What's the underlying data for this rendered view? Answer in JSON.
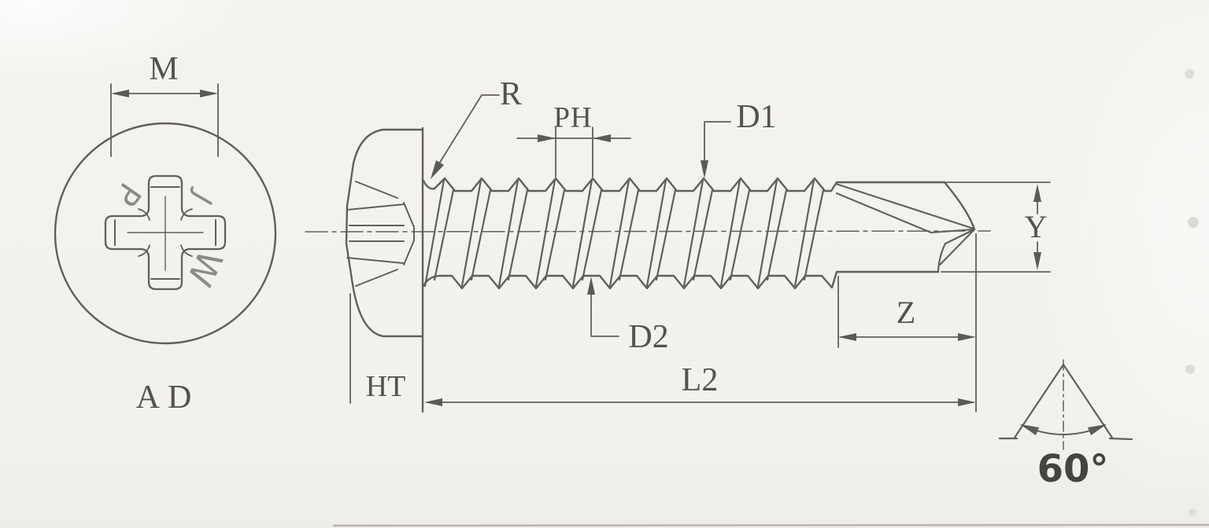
{
  "colors": {
    "paper": "#f3f1ed",
    "line": "#615f59",
    "label_text": "#54524c",
    "stamp_text": "#85837e",
    "angle_text": "#454440"
  },
  "top_view": {
    "recess_width_label": "M",
    "view_label": "AD",
    "stamp_letters": {
      "p": "P",
      "j": "J",
      "w": "W"
    }
  },
  "side_view": {
    "fillet_label": "R",
    "thread_pitch_label": "PH",
    "major_diameter_label": "D1",
    "minor_diameter_label": "D2",
    "head_height_label": "HT",
    "screw_length_label": "L2",
    "drill_point_length_label": "Z",
    "drill_point_diameter_label": "Y"
  },
  "thread_angle": {
    "angle_label": "60°"
  }
}
